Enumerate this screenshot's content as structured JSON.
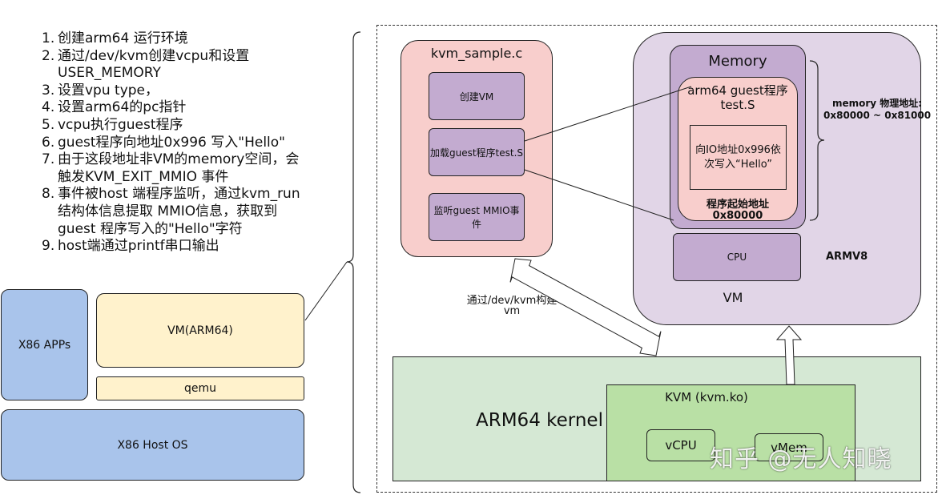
{
  "steps": [
    {
      "num": "1.",
      "lines": [
        "创建arm64 运行环境"
      ]
    },
    {
      "num": "2.",
      "lines": [
        "通过/dev/kvm创建vcpu和设置",
        "USER_MEMORY"
      ]
    },
    {
      "num": "3.",
      "lines": [
        "设置vpu type，"
      ]
    },
    {
      "num": "4.",
      "lines": [
        "设置arm64的pc指针"
      ]
    },
    {
      "num": "5.",
      "lines": [
        "vcpu执行guest程序"
      ]
    },
    {
      "num": "6.",
      "lines": [
        "guest程序向地址0x996 写入\"Hello\""
      ]
    },
    {
      "num": "7.",
      "lines": [
        "由于这段地址非VM的memory空间，会",
        "触发KVM_EXIT_MMIO 事件"
      ]
    },
    {
      "num": "8.",
      "lines": [
        "事件被host 端程序监听，通过kvm_run",
        "结构体信息提取 MMIO信息，获取到",
        "guest 程序写入的\"Hello\"字符"
      ]
    },
    {
      "num": "9.",
      "lines": [
        "host端通过printf串口输出"
      ]
    }
  ],
  "stack": {
    "x86_apps": "X86  APPs",
    "vm_arm64": "VM(ARM64)",
    "qemu": "qemu",
    "host_os": "X86  Host OS"
  },
  "kvm_sample": {
    "title": "kvm_sample.c",
    "create_vm": "创建VM",
    "load_guest": "加载guest程序test.S",
    "listen_mmio": "监听guest MMIO事件"
  },
  "build_vm": [
    "通过/dev/kvm构建",
    "vm"
  ],
  "vm": {
    "memory_title": "Memory",
    "guest_program": [
      "arm64 guest程序",
      "test.S"
    ],
    "write_hello": [
      "向IO地址0x996依",
      "次写入“Hello”"
    ],
    "start_address": [
      "程序起始地址",
      "0x80000"
    ],
    "memory_range": [
      "memory 物理地址:",
      "0x80000 ~ 0x81000"
    ],
    "cpu": "CPU",
    "arch": "ARMV8",
    "vm_label": "VM"
  },
  "kernel": {
    "title": "ARM64 kernel",
    "kvm": "KVM (kvm.ko)",
    "vcpu": "vCPU",
    "vmem": "vMem"
  },
  "watermark": "知乎 @无人知晓",
  "colors": {
    "blue": "#a9c4eb",
    "yellow": "#fff2cc",
    "pink": "#f8cecc",
    "purple": "#c3abd0",
    "lavender": "#e1d5e7",
    "light_green": "#d5e8d4",
    "green": "#b9e0a5"
  }
}
